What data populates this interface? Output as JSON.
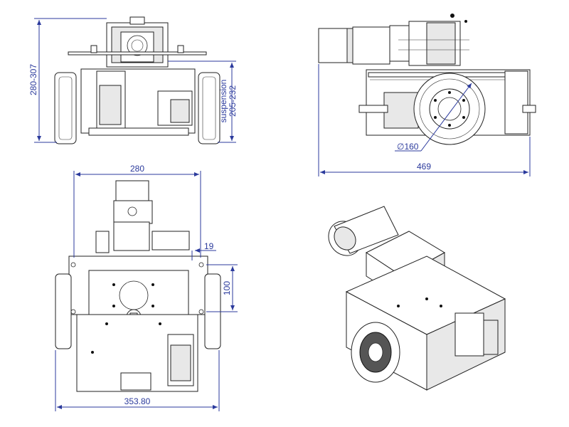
{
  "dimensions": {
    "front_height": "280-307",
    "suspension_label": "suspension",
    "suspension_value": "205-232",
    "wheel_diameter": "∅160",
    "side_length": "469",
    "top_width": "280",
    "top_offset": "19",
    "top_spacing": "100",
    "top_overall": "353.80"
  },
  "colors": {
    "dimension_line": "#2b3a9c",
    "part_outline": "#222222"
  }
}
